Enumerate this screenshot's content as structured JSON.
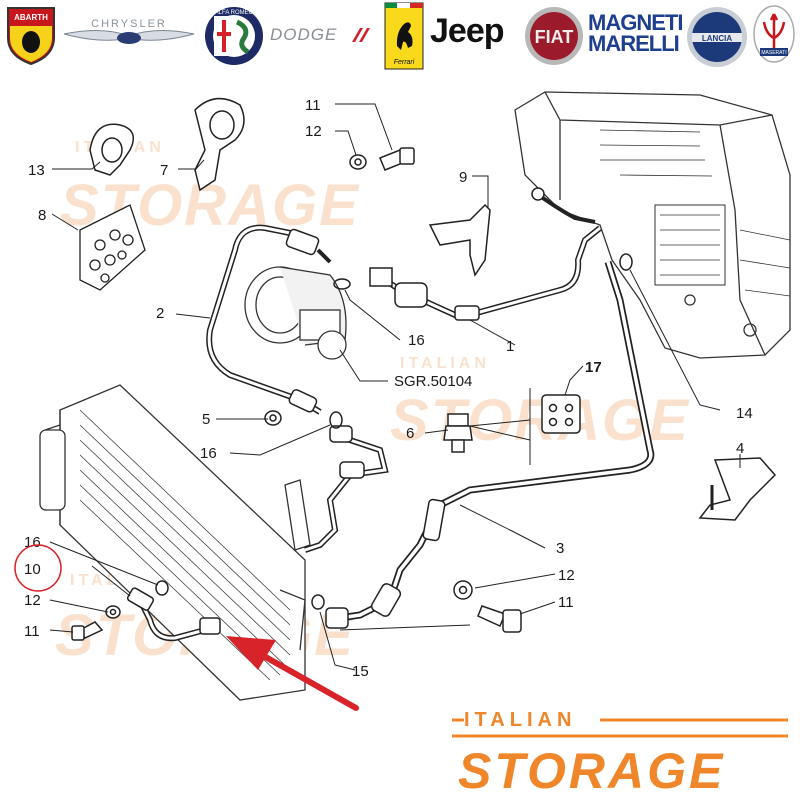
{
  "brands": [
    {
      "name": "Abarth",
      "text": "ABARTH"
    },
    {
      "name": "Chrysler",
      "text": "CHRYSLER"
    },
    {
      "name": "Alfa Romeo",
      "text": "ALFA ROMEO"
    },
    {
      "name": "Dodge",
      "text": "DODGE"
    },
    {
      "name": "Ferrari",
      "text": "Ferrari"
    },
    {
      "name": "Jeep",
      "text": "Jeep"
    },
    {
      "name": "Fiat",
      "text": "FIAT"
    },
    {
      "name": "Magneti Marelli",
      "text_line1": "MAGNETI",
      "text_line2": "MARELLI"
    },
    {
      "name": "Lancia",
      "text": "LANCIA"
    },
    {
      "name": "Maserati",
      "text": "MASERATI"
    }
  ],
  "callouts": {
    "c11_top": "11",
    "c12_top": "12",
    "c13": "13",
    "c7": "7",
    "c9": "9",
    "c8": "8",
    "c2": "2",
    "c16_a": "16",
    "c1": "1",
    "c_sgr": "SGR.50104",
    "c17": "17",
    "c5": "5",
    "c6": "6",
    "c14": "14",
    "c16_b": "16",
    "c4": "4",
    "c3": "3",
    "c16_c": "16",
    "c10": "10",
    "c12_left": "12",
    "c11_left": "11",
    "c12_right": "12",
    "c11_right": "11",
    "c15": "15"
  },
  "watermark": {
    "line1": "ITALIAN",
    "line2": "STORAGE"
  },
  "footer_brand": {
    "line1": "ITALIAN",
    "line2": "STORAGE"
  },
  "colors": {
    "brand_orange": "#f0862a",
    "watermark_orange": "#f6c9a6",
    "arrow_red": "#d9232a",
    "highlight_circle": "#d9232a"
  }
}
